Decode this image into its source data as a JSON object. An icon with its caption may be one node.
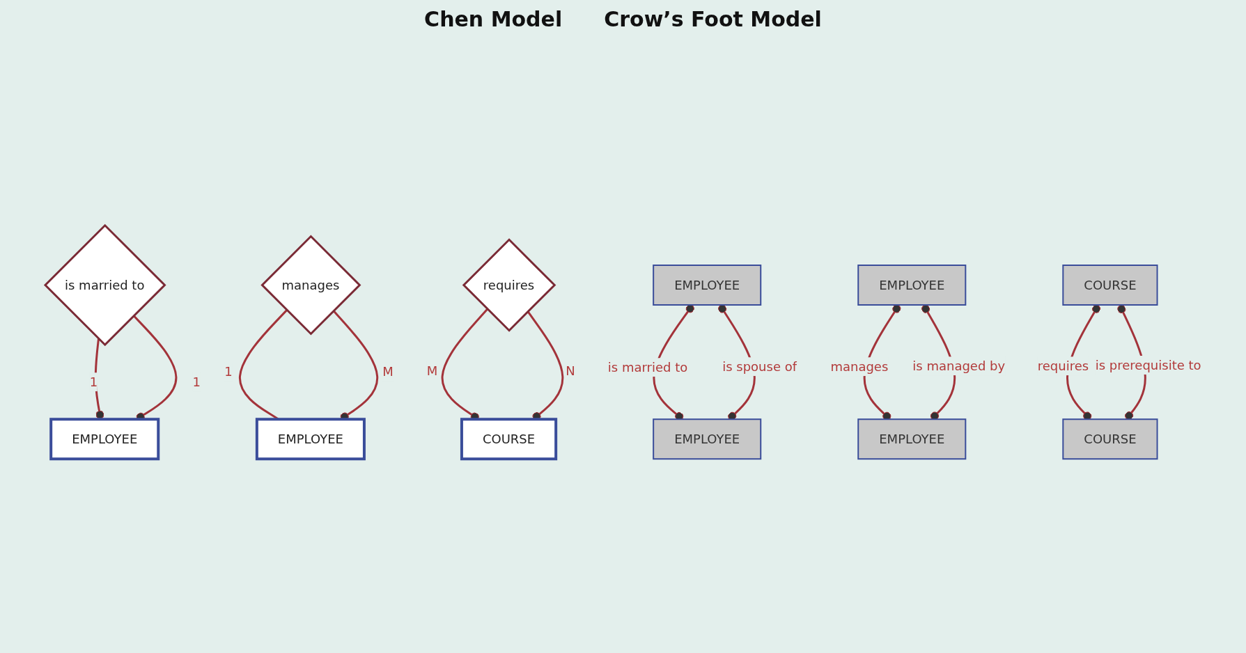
{
  "diagram": {
    "nodes": [
      {
        "text": [
          "EMPLOYEE"
        ]
      },
      {
        "text": [
          "is married to"
        ]
      },
      {
        "text": [
          "EMPLOYEE"
        ]
      },
      {
        "text": [
          "manages"
        ]
      },
      {
        "text": [
          "COURSE"
        ]
      },
      {
        "text": [
          "requires"
        ]
      },
      {
        "text": [
          "EMPLOYEE"
        ]
      },
      {
        "text": [
          "EMPLOYEE"
        ]
      },
      {
        "text": [
          "EMPLOYEE"
        ]
      },
      {
        "text": [
          "EMPLOYEE"
        ]
      },
      {
        "text": [
          "COURSE"
        ]
      },
      {
        "text": [
          "COURSE"
        ]
      }
    ],
    "edges": [
      {
        "from": 1,
        "to": 0,
        "arrow": "other",
        "label": "1"
      },
      {
        "from": 1,
        "to": 0,
        "arrow": "other",
        "label": "1"
      },
      {
        "from": 3,
        "to": 2,
        "arrow": "none",
        "label": "1"
      },
      {
        "from": 3,
        "to": 2,
        "arrow": "other",
        "label": "M"
      },
      {
        "from": 5,
        "to": 4,
        "arrow": "other",
        "label": "M"
      },
      {
        "from": 5,
        "to": 4,
        "arrow": "other",
        "label": "N"
      },
      {
        "from": 6,
        "to": 7,
        "arrow": "other",
        "label": "is married to"
      },
      {
        "from": 6,
        "to": 7,
        "arrow": "other",
        "label": "is spouse of"
      },
      {
        "from": 8,
        "to": 9,
        "arrow": "other",
        "label": "manages"
      },
      {
        "from": 8,
        "to": 9,
        "arrow": "other",
        "label": "is managed by"
      },
      {
        "from": 10,
        "to": 11,
        "arrow": "other",
        "label": "requires"
      },
      {
        "from": 10,
        "to": 11,
        "arrow": "other",
        "label": "is prerequisite to"
      }
    ],
    "labels": [
      "Chen Model",
      "Crow’s Foot Model"
    ]
  }
}
